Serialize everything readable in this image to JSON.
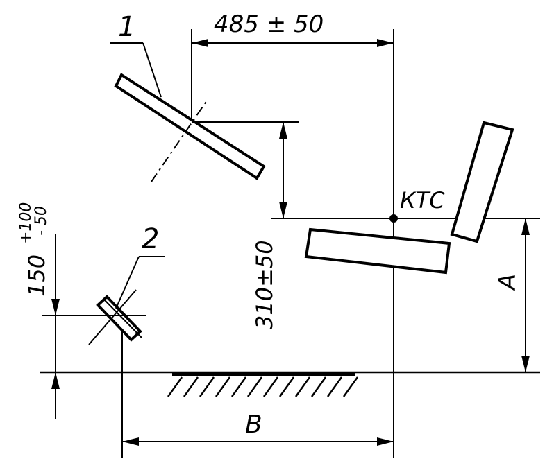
{
  "labels": {
    "part_1": "1",
    "part_2": "2",
    "dim_horizontal_top": "485 ± 50",
    "dim_vertical_310": "310±50",
    "dim_vertical_150_main": "150",
    "dim_vertical_150_tol": "+100\n- 50",
    "dim_vertical_150_tol_plus": "+100",
    "dim_vertical_150_tol_minus": "- 50",
    "point_ktc": "КТС",
    "dim_a": "A",
    "dim_b": "B"
  }
}
